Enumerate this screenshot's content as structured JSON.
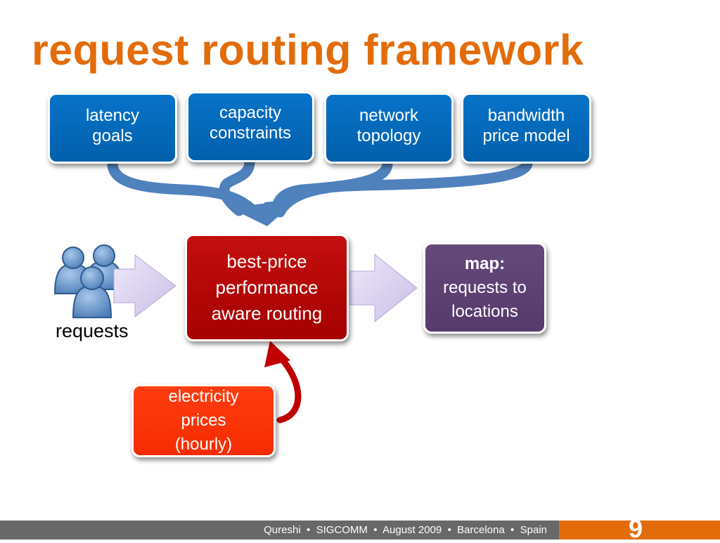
{
  "slide": {
    "title": "request routing framework",
    "inputs": [
      {
        "label": "latency\ngoals"
      },
      {
        "label": "capacity\nconstraints"
      },
      {
        "label": "network\ntopology"
      },
      {
        "label": "bandwidth\nprice model"
      }
    ],
    "router": {
      "label": "best-price\nperformance\naware routing"
    },
    "output": {
      "heading": "map:",
      "label": "requests to\nlocations"
    },
    "requests": {
      "label": "requests",
      "icon": "users-group-icon"
    },
    "electricity": {
      "label": "electricity\nprices\n(hourly)"
    }
  },
  "footer": {
    "text": "Qureshi  •  SIGCOMM  •  August 2009  •  Barcelona  •  Spain",
    "page_number": "9"
  },
  "colors": {
    "title": "#e36c0a",
    "input_box": "#0066b9",
    "router_box": "#b30707",
    "output_box": "#5e4273",
    "electricity_box": "#ff3300",
    "arrows_blue": "#4f81bd",
    "arrow_red": "#c00000",
    "chevron": "#d9cff0",
    "footer_bar": "#686868",
    "footer_accent": "#e36c0a"
  }
}
